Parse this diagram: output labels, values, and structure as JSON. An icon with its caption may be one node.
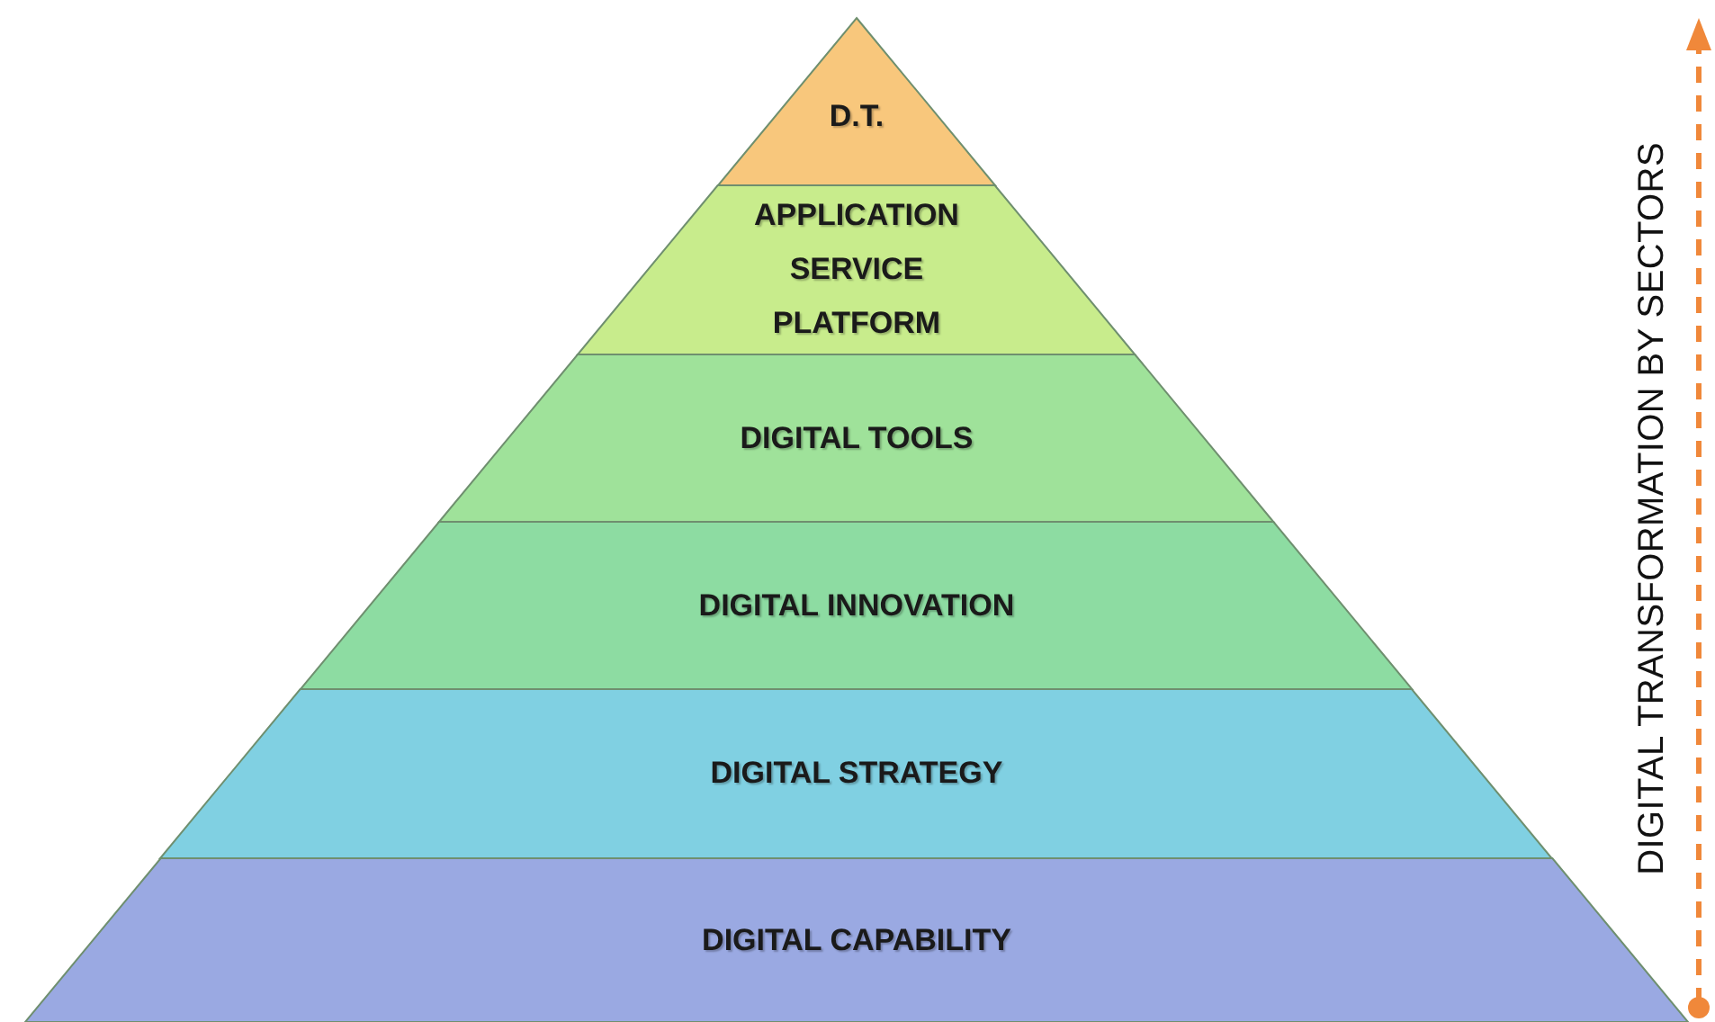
{
  "diagram": {
    "nodes": [
      {
        "text": [
          "D.T."
        ]
      },
      {
        "text": [
          "APPLICATION SERVICE PLATFORM"
        ]
      },
      {
        "text": [
          "DIGITAL TOOLS"
        ]
      },
      {
        "text": [
          "DIGITAL INNOVATION"
        ]
      },
      {
        "text": [
          "DIGITAL STRATEGY"
        ]
      },
      {
        "text": [
          "DIGITAL CAPABILITY"
        ]
      }
    ],
    "edges": [],
    "labels": [
      "DIGITAL TRANSFORMATION BY SECTORS"
    ]
  }
}
